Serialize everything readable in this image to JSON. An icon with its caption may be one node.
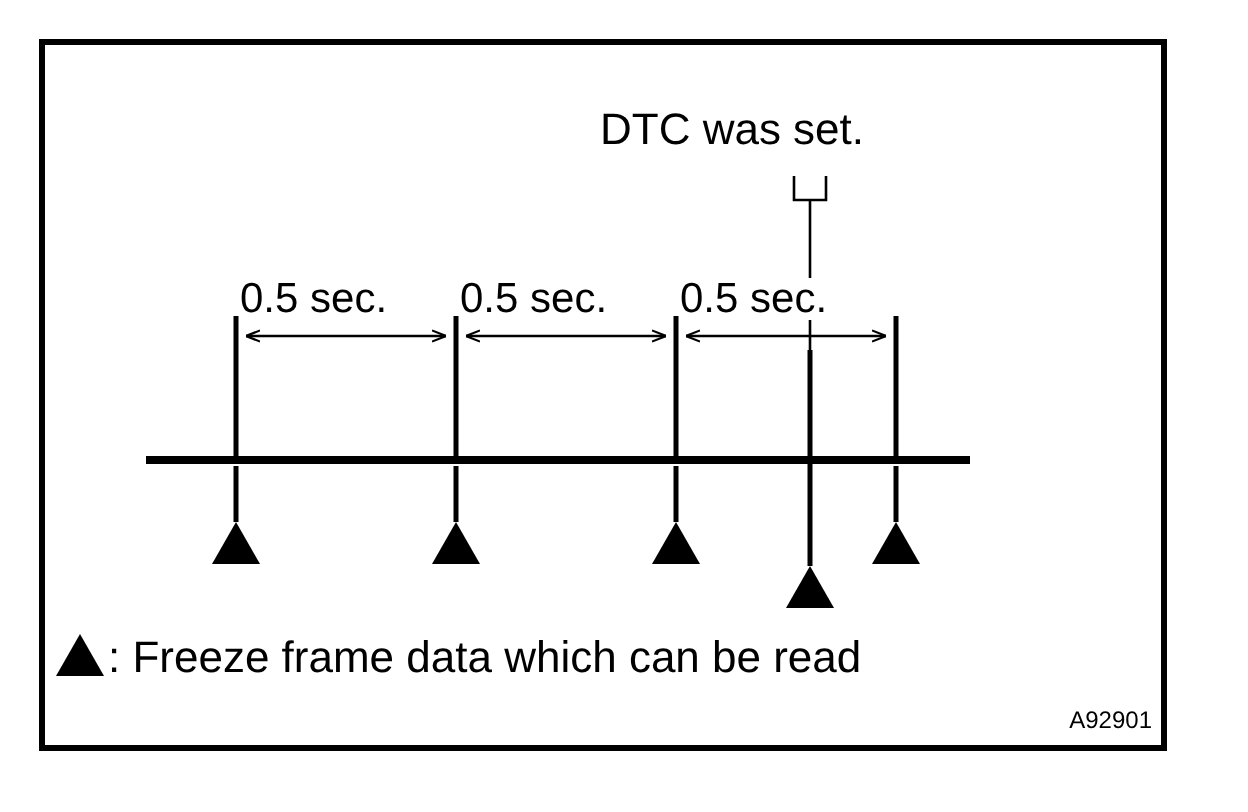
{
  "diagram": {
    "nodes": [
      {
        "text": [
          "DTC was set."
        ]
      },
      {
        "text": [],
        "shape": "triangle"
      },
      {
        "text": [],
        "shape": "triangle"
      },
      {
        "text": [],
        "shape": "triangle"
      },
      {
        "text": [],
        "shape": "triangle"
      },
      {
        "text": [],
        "shape": "triangle"
      }
    ],
    "edges": [
      {
        "from": 0,
        "to": 4,
        "arrow": "none"
      }
    ],
    "labels": [
      "0.5 sec.",
      "0.5 sec.",
      "0.5 sec.",
      "A92901"
    ],
    "legend": [
      {
        "text": ": Freeze frame data which can be read"
      }
    ]
  }
}
